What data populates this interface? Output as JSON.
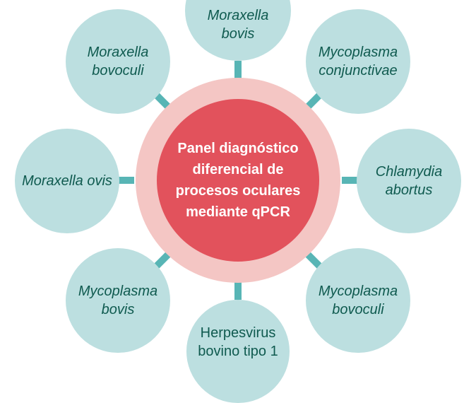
{
  "center": {
    "label": "Panel diagnóstico diferencial de procesos oculares mediante qPCR"
  },
  "nodes": [
    {
      "id": "moraxella-bovis",
      "label": "Moraxella bovis",
      "italic": true
    },
    {
      "id": "mycoplasma-conjunctivae",
      "label": "Mycoplasma conjunctivae",
      "italic": true
    },
    {
      "id": "chlamydia-abortus",
      "label": "Chlamydia abortus",
      "italic": true
    },
    {
      "id": "mycoplasma-bovoculi",
      "label": "Mycoplasma bovoculi",
      "italic": true
    },
    {
      "id": "herpesvirus-bovino",
      "label": "Herpesvirus bovino tipo 1",
      "italic": false
    },
    {
      "id": "mycoplasma-bovis",
      "label": "Mycoplasma bovis",
      "italic": true
    },
    {
      "id": "moraxella-ovis",
      "label": "Moraxella ovis",
      "italic": true
    },
    {
      "id": "moraxella-bovoculi",
      "label": "Moraxella bovoculi",
      "italic": true
    }
  ],
  "colors": {
    "center_core": "#e2525c",
    "center_ring": "#f4c6c4",
    "node_fill": "#bcdfe0",
    "node_text": "#0f5a4f",
    "connector": "#58b5b5"
  }
}
